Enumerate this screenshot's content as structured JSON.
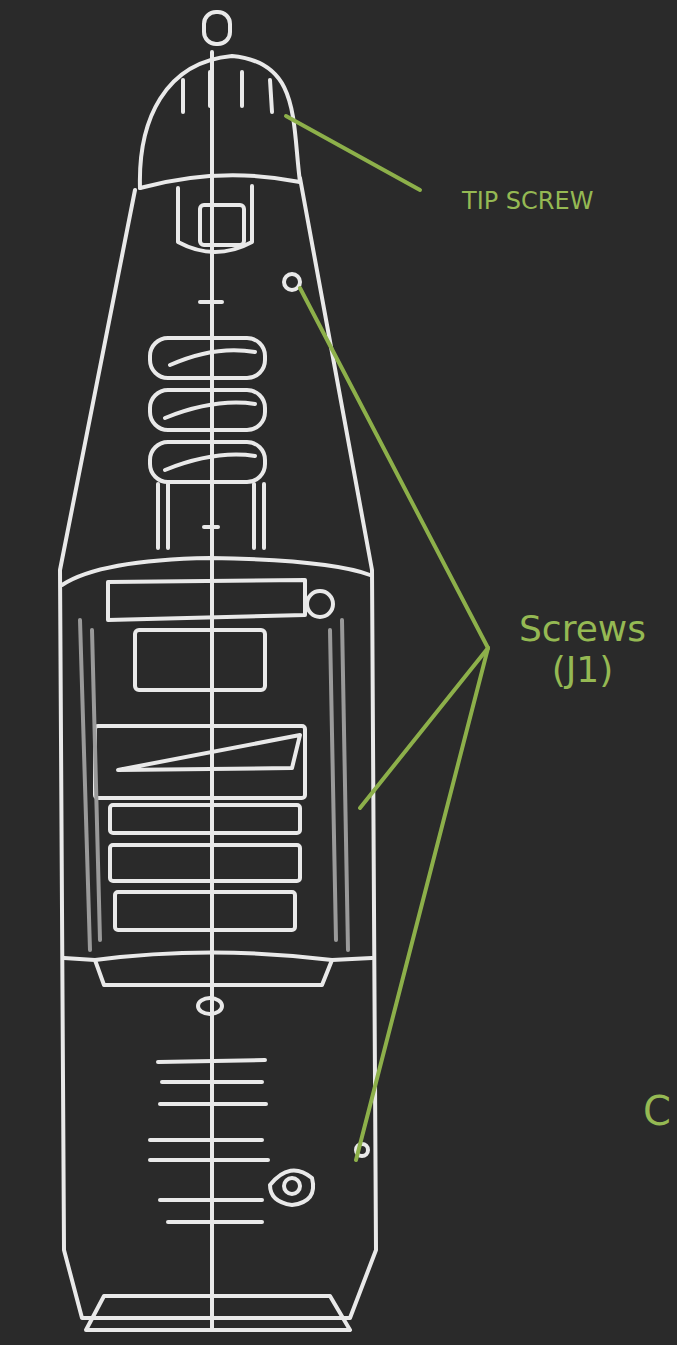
{
  "diagram": {
    "labels": [
      "TIP SCREW",
      "Screws (J1)",
      "C"
    ]
  }
}
